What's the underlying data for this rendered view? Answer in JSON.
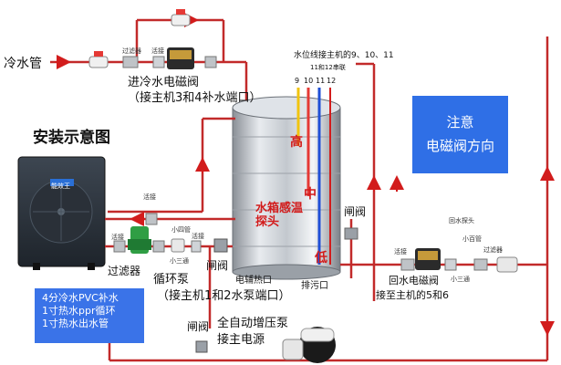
{
  "labels": {
    "cold_water_pipe": "冷水管",
    "install_diagram": "安装示意图",
    "inlet_valve": "进冷水电磁阀",
    "inlet_valve_sub": "（接主机3和4补水端口）",
    "level_wire": "水位线接主机的9、10、11",
    "level_wire_sub": "11和12串联",
    "wire_nums": [
      "9",
      "10",
      "11",
      "12"
    ],
    "tank_probe": "水箱感温探头",
    "high": "高",
    "mid": "中",
    "low": "低",
    "filter": "过滤器",
    "circ_pump": "循环泵",
    "circ_pump_sub": "（接主机1和2水泵端口）",
    "gate_valve": "闸阀",
    "heater_port": "电辅热口",
    "drain": "排污口",
    "booster_pump": "全自动增压泵",
    "booster_power": "接主电源",
    "return_valve": "回水电磁阀",
    "return_valve_sub": "接至主机的5和6",
    "union": "活接",
    "small_tee": "小三通",
    "small_pipe": "小四管",
    "filter_small": "过滤器",
    "return_probe": "回水探头",
    "small_cap": "小百管",
    "brand": "能效王",
    "attention": "注意",
    "attention_sub": "电磁阀方向",
    "legend": [
      "4分冷水PVC补水",
      "1寸热水ppr循环",
      "1寸热水出水管"
    ]
  }
}
